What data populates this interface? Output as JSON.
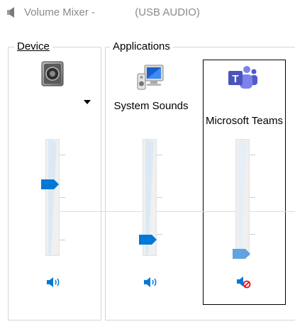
{
  "window": {
    "title": "Volume Mixer - ",
    "title_suffix": "(USB AUDIO)",
    "title_icon": "speaker-icon"
  },
  "device": {
    "group_label": "Device",
    "icon": "speaker-device-icon",
    "volume_fraction": 0.61,
    "mute_icon": "speaker-icon",
    "muted": false
  },
  "applications": {
    "group_label": "Applications",
    "items": [
      {
        "name": "System Sounds",
        "icon": "monitor-speaker-icon",
        "volume_fraction": 0.14,
        "mute_icon": "speaker-icon",
        "muted": false
      },
      {
        "name": "Microsoft Teams",
        "icon": "teams-icon",
        "volume_fraction": 0.02,
        "mute_icon": "speaker-muted-icon",
        "muted": true
      }
    ]
  },
  "colors": {
    "accent": "#0078d7",
    "thumb_disabled": "#5fa3e0",
    "track": "#f0f0f0",
    "mute_red": "#e81123"
  }
}
